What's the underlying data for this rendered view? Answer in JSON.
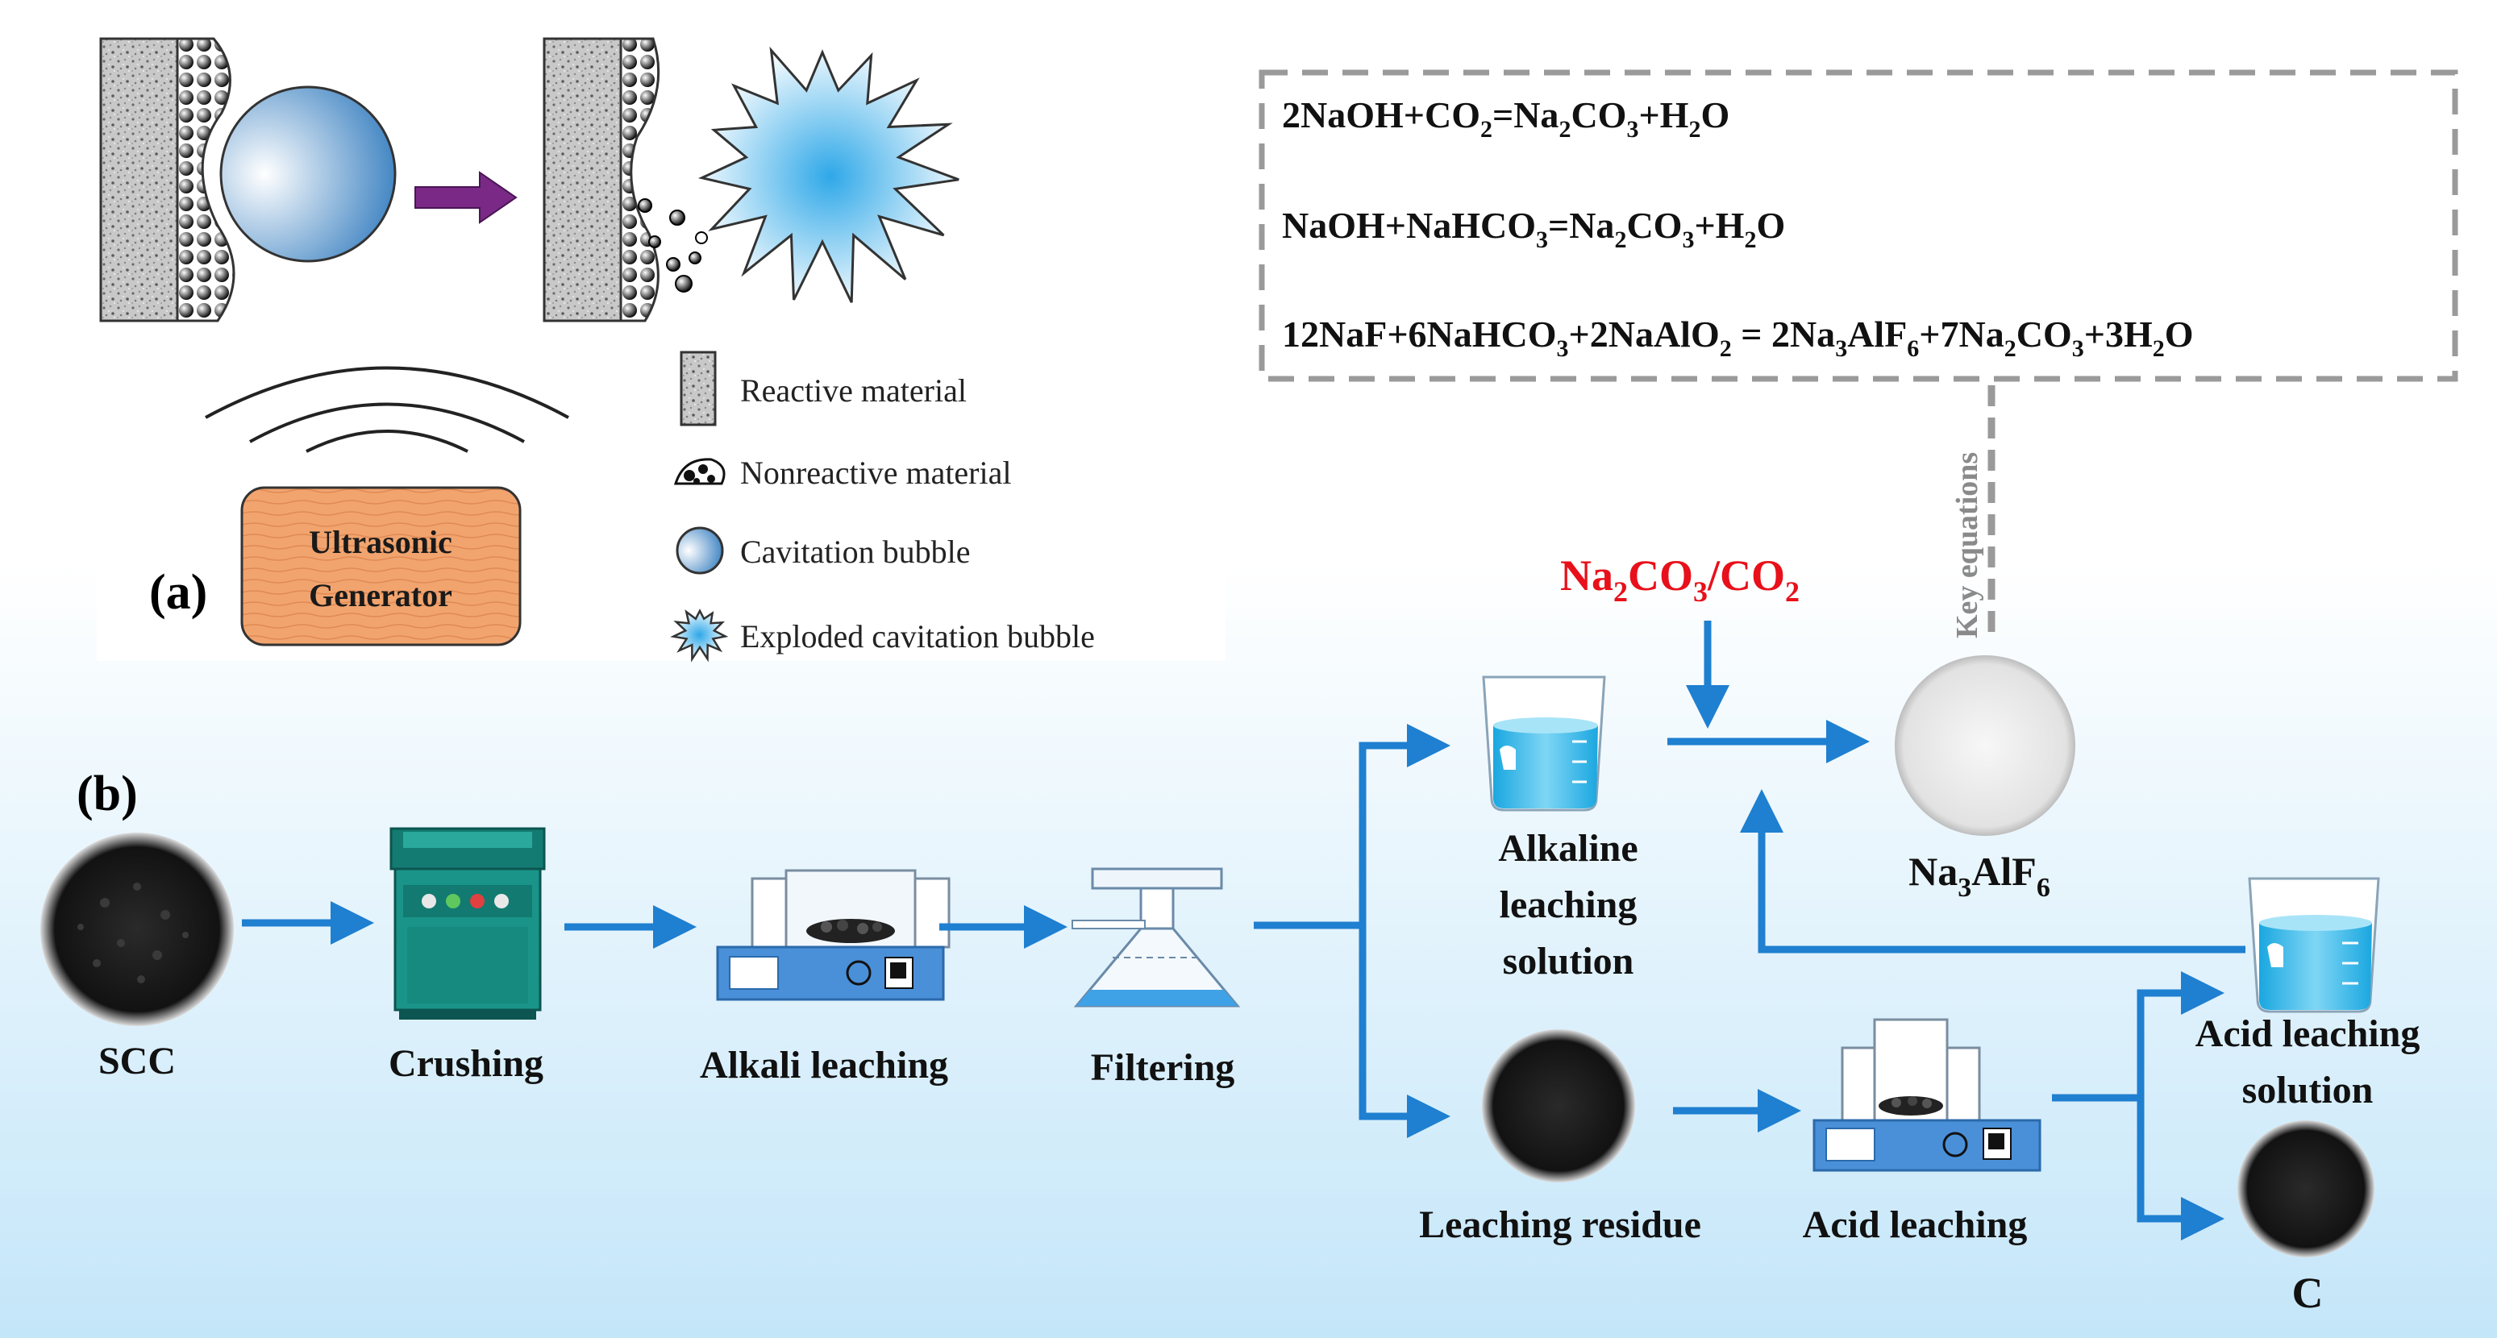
{
  "panel_a": {
    "label": "(a)",
    "generator": {
      "line1": "Ultrasonic",
      "line2": "Generator"
    },
    "legend": [
      {
        "icon": "reactive-material-icon",
        "text": "Reactive material"
      },
      {
        "icon": "nonreactive-material-icon",
        "text": "Nonreactive  material"
      },
      {
        "icon": "cavitation-bubble-icon",
        "text": "Cavitation bubble"
      },
      {
        "icon": "exploded-bubble-icon",
        "text": "Exploded cavitation bubble"
      }
    ]
  },
  "equations": {
    "eq1": {
      "p1": "2NaOH+CO",
      "s1": "2",
      "p2": "=Na",
      "s2": "2",
      "p3": "CO",
      "s3": "3",
      "p4": "+H",
      "s4": "2",
      "p5": "O"
    },
    "eq2": {
      "p1": "NaOH+NaHCO",
      "s1": "3",
      "p2": "=Na",
      "s2": "2",
      "p3": "CO",
      "s3": "3",
      "p4": "+H",
      "s4": "2",
      "p5": "O"
    },
    "eq3": {
      "p1": "12NaF+6NaHCO",
      "s1": "3",
      "p2": "+2NaAlO",
      "s2": "2",
      "p3": " = 2Na",
      "s3": "3",
      "p4": "AlF",
      "s4": "6",
      "p5": "+7Na",
      "s5": "2",
      "p6": "CO",
      "s6": "3",
      "p7": "+3H",
      "s7": "2",
      "p8": "O"
    },
    "connector_label": "Key equations"
  },
  "reagent": {
    "p1": "Na",
    "s1": "2",
    "p2": "CO",
    "s2": "3",
    "p3": "/CO",
    "s3": "2"
  },
  "panel_b": {
    "label": "(b)",
    "scc": "SCC",
    "crushing": "Crushing",
    "alkali_leaching": "Alkali leaching",
    "filtering": "Filtering",
    "alkaline_solution": {
      "l1": "Alkaline",
      "l2": "leaching",
      "l3": "solution"
    },
    "product": {
      "p1": "Na",
      "s1": "3",
      "p2": "AlF",
      "s2": "6"
    },
    "leaching_residue": "Leaching residue",
    "acid_leaching": "Acid leaching",
    "acid_solution": {
      "l1": "Acid leaching",
      "l2": "solution"
    },
    "carbon": "C"
  },
  "colors": {
    "arrow": "#1f7fd0",
    "reagent": "#e8101a",
    "generator": "#f0a070",
    "dash": "#9a9a9a",
    "gradient_top": "#ffffff",
    "gradient_bottom": "#c7e8fa"
  }
}
